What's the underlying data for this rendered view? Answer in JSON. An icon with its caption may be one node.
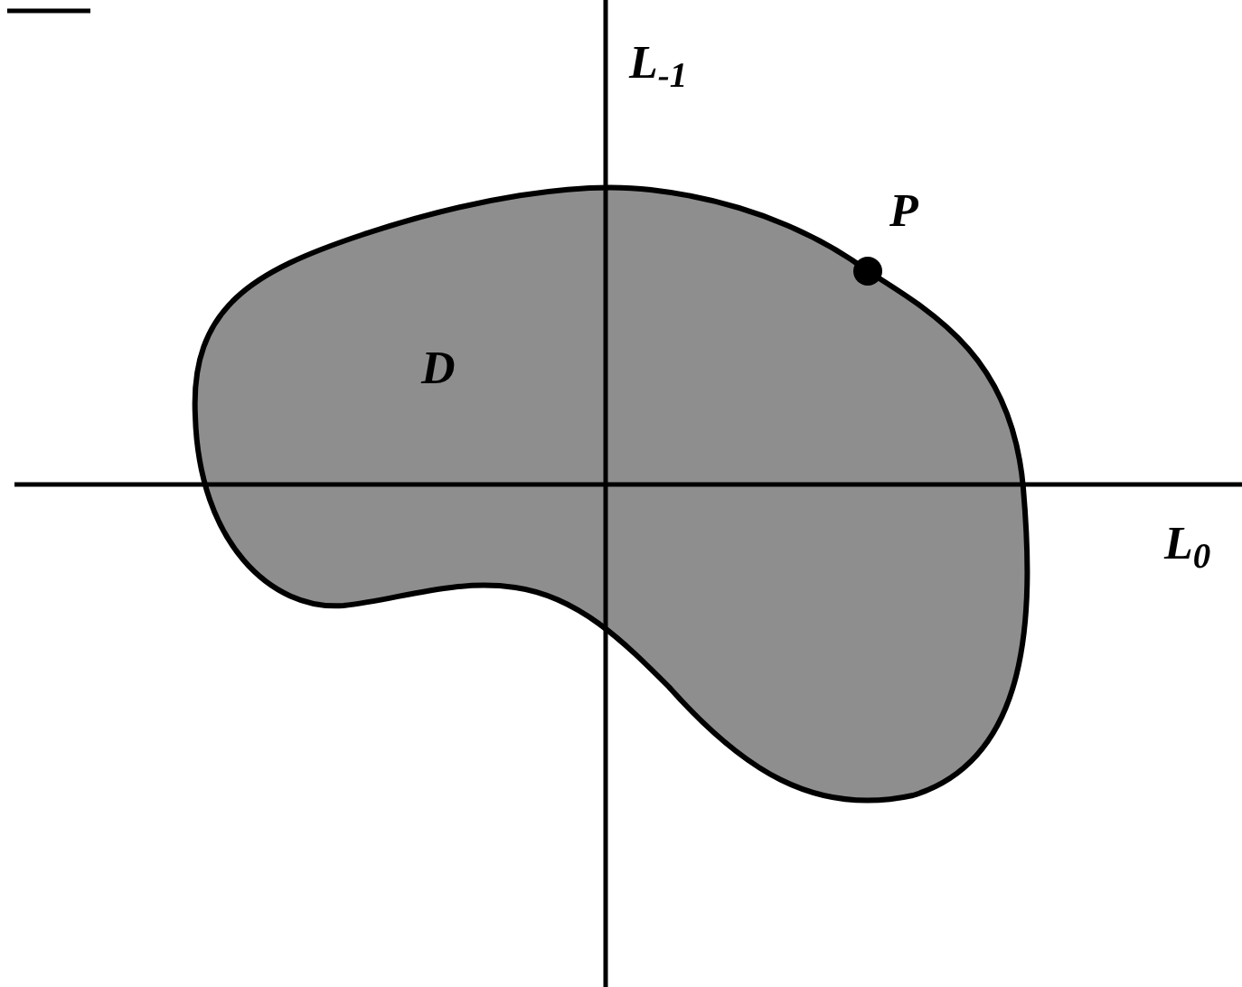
{
  "diagram": {
    "nodes": [
      {
        "text": [
          "D"
        ]
      }
    ],
    "labels": [
      "L$_{-1}$",
      "P",
      "L$_{0}$"
    ]
  }
}
